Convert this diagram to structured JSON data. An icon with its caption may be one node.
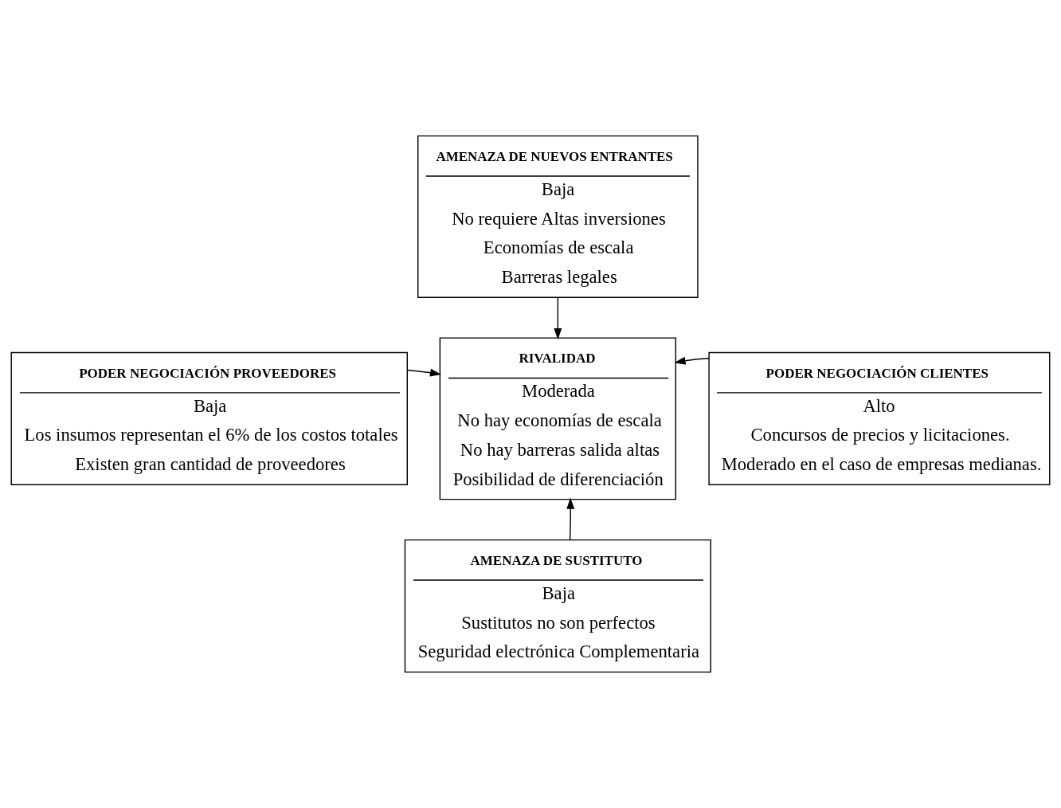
{
  "diagram": {
    "nodes": [
      {
        "text": [
          "AMENAZA DE NUEVOS ENTRANTES",
          "Baja",
          "No requiere Altas inversiones",
          "Economías de escala",
          "Barreras legales"
        ]
      },
      {
        "text": [
          "PODER NEGOCIACIÓN PROVEEDORES",
          "Baja",
          "Los insumos representan el 6% de los costos totales",
          "Existen gran cantidad de proveedores"
        ]
      },
      {
        "text": [
          "RIVALIDAD",
          "Moderada",
          "No hay economías de escala",
          "No hay barreras salida altas",
          "Posibilidad de diferenciación"
        ]
      },
      {
        "text": [
          "PODER NEGOCIACIÓN CLIENTES",
          "Alto",
          "Concursos de precios y licitaciones.",
          "Moderado en el caso de empresas medianas."
        ]
      },
      {
        "text": [
          "AMENAZA DE SUSTITUTO",
          "Baja",
          "Sustitutos no son perfectos",
          "Seguridad electrónica Complementaria"
        ]
      }
    ],
    "edges": [
      {
        "from": 0,
        "to": 2,
        "arrow": "to"
      },
      {
        "from": 1,
        "to": 2,
        "arrow": "to"
      },
      {
        "from": 3,
        "to": 2,
        "arrow": "to"
      },
      {
        "from": 4,
        "to": 2,
        "arrow": "to"
      }
    ]
  }
}
